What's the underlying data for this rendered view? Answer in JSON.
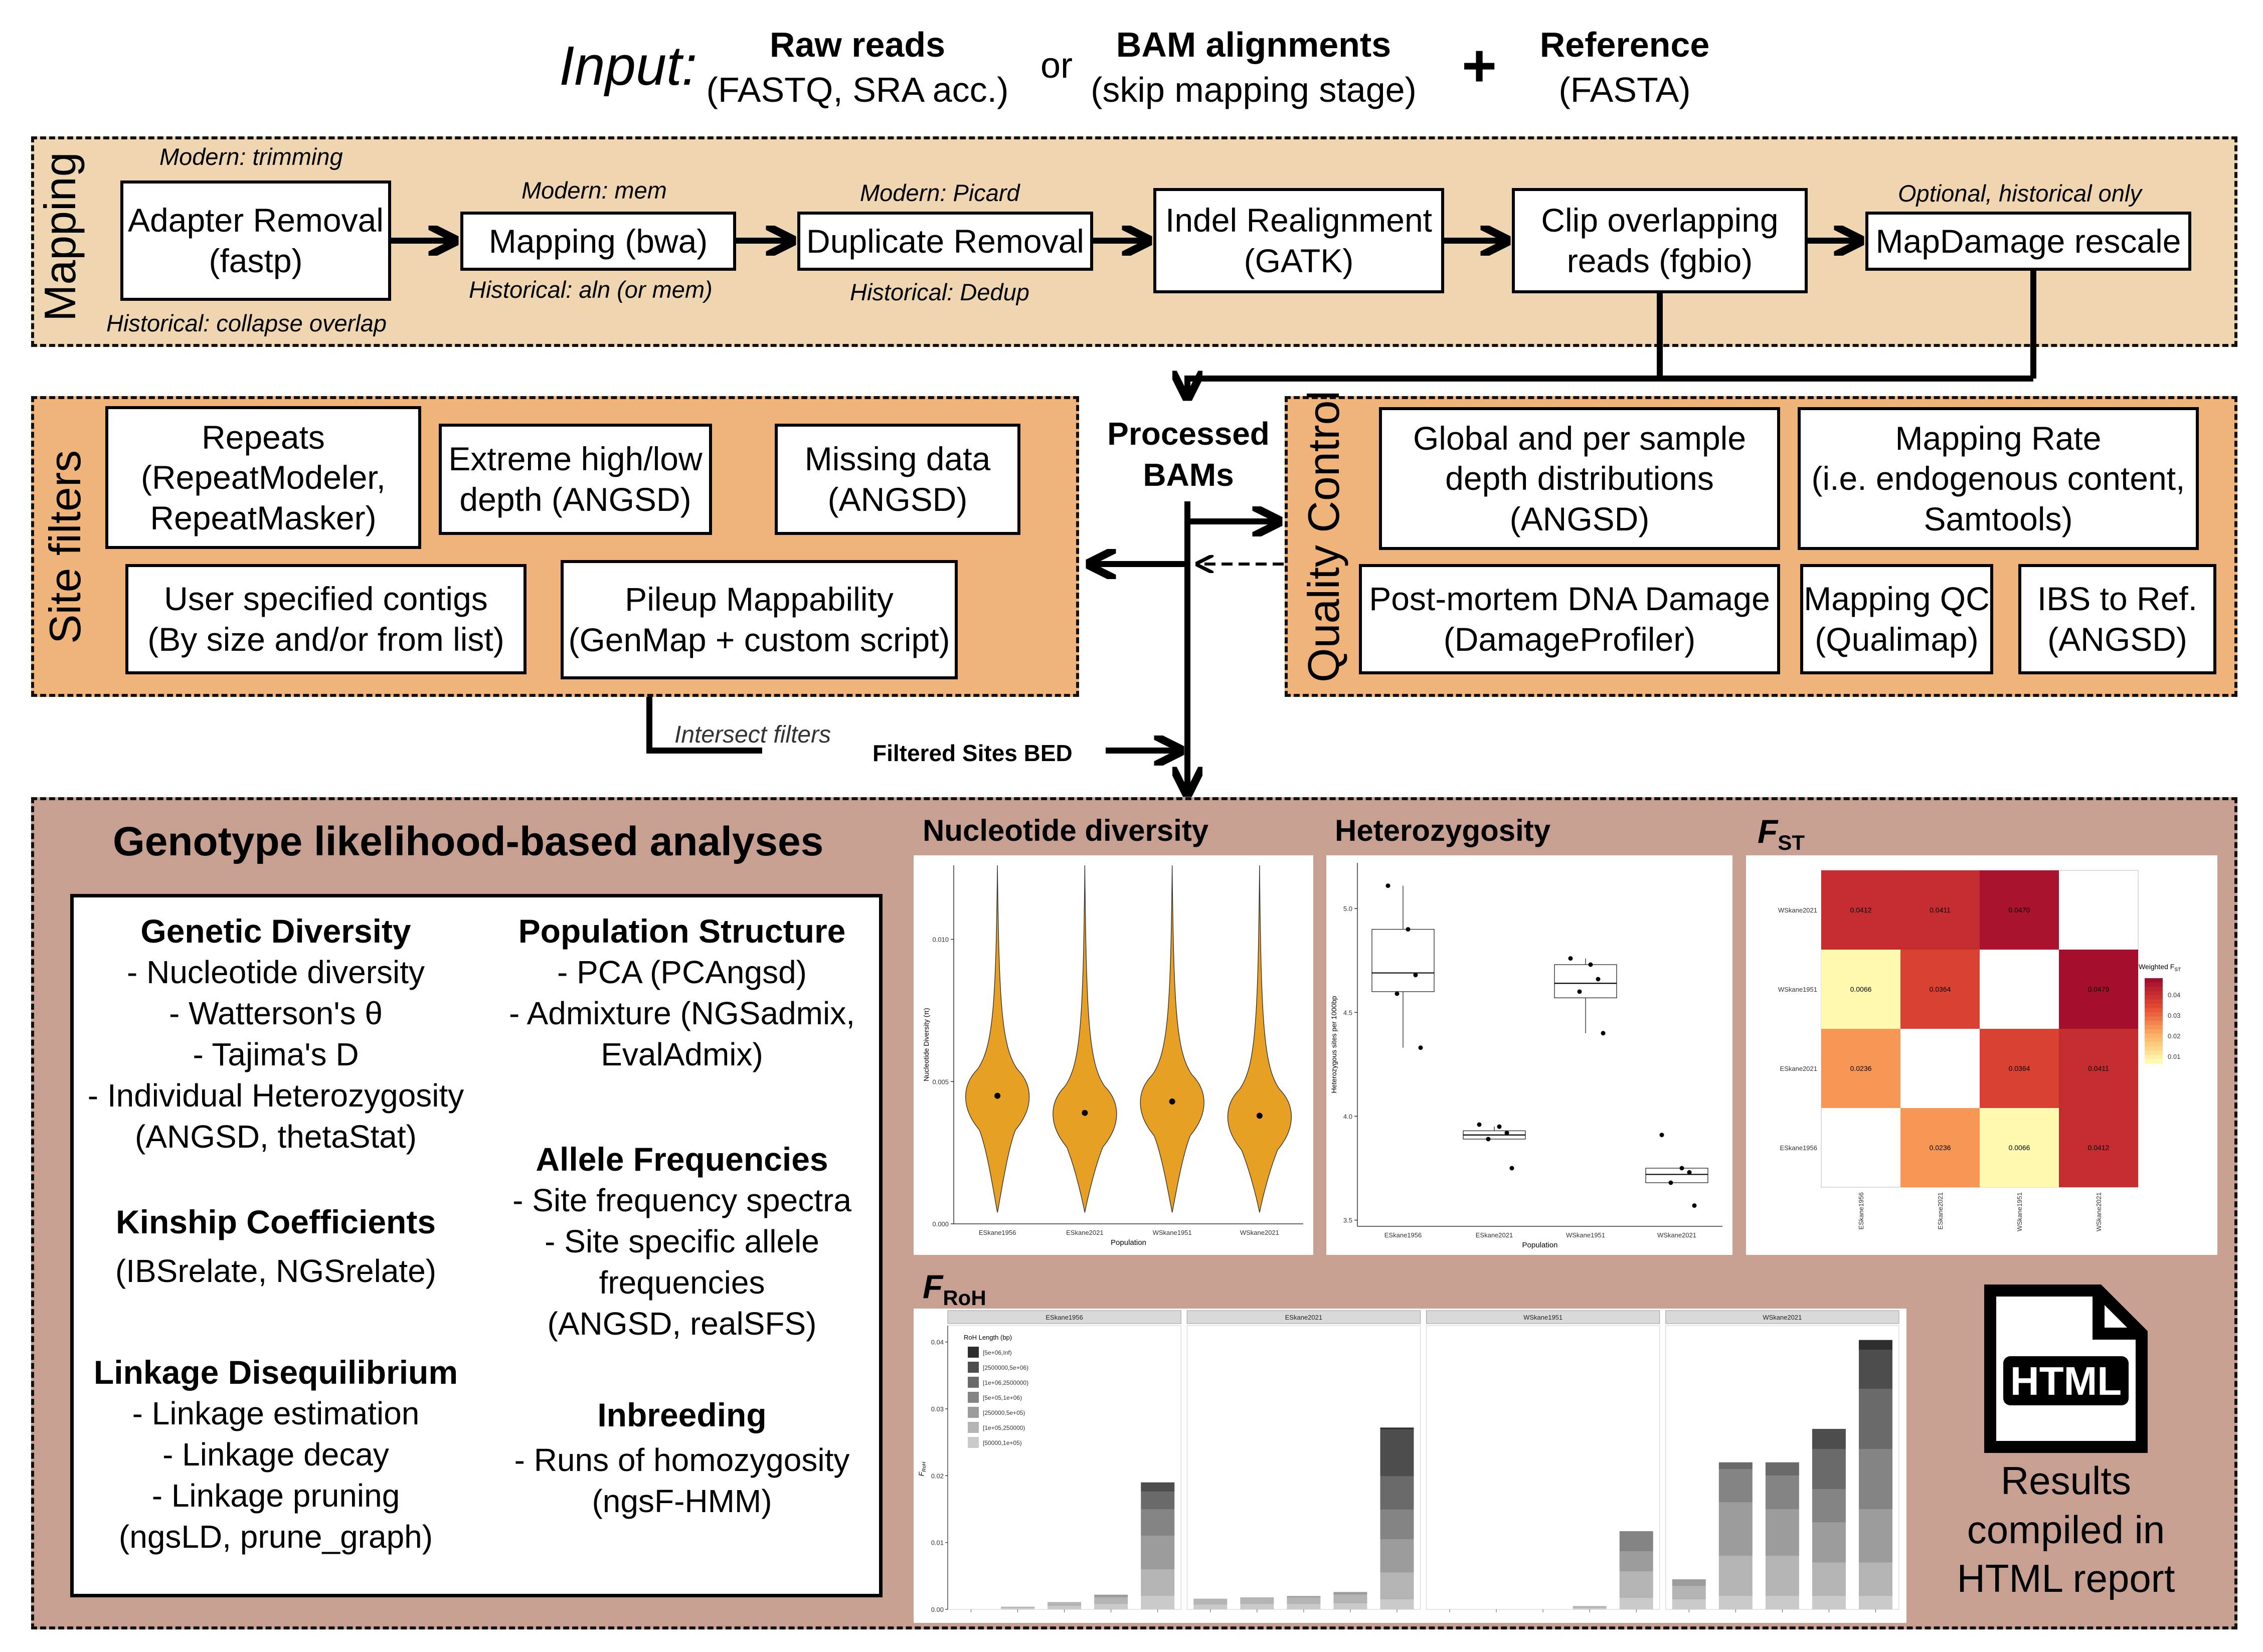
{
  "input": {
    "label": "Input:",
    "raw_title": "Raw reads",
    "raw_sub": "(FASTQ, SRA acc.)",
    "or": "or",
    "bam_title": "BAM alignments",
    "bam_sub": "(skip mapping stage)",
    "plus": "+",
    "ref_title": "Reference",
    "ref_sub": "(FASTA)"
  },
  "mapping": {
    "label": "Mapping",
    "steps": [
      {
        "line1": "Adapter Removal",
        "line2": "(fastp)",
        "note_top": "Modern: trimming",
        "note_bottom": "Historical: collapse overlap"
      },
      {
        "line1": "Mapping (bwa)",
        "note_top": "Modern: mem",
        "note_bottom": "Historical: aln (or mem)"
      },
      {
        "line1": "Duplicate Removal",
        "note_top": "Modern: Picard",
        "note_bottom": "Historical: Dedup"
      },
      {
        "line1": "Indel Realignment",
        "line2": "(GATK)"
      },
      {
        "line1": "Clip overlapping",
        "line2": "reads (fgbio)"
      },
      {
        "line1": "MapDamage rescale",
        "note_top": "Optional, historical only"
      }
    ]
  },
  "processed": {
    "line1": "Processed",
    "line2": "BAMs"
  },
  "site_filters": {
    "label": "Site filters",
    "boxes": [
      {
        "line1": "Repeats",
        "line2": "(RepeatModeler,",
        "line3": "RepeatMasker)"
      },
      {
        "line1": "Extreme high/low",
        "line2": "depth (ANGSD)"
      },
      {
        "line1": "Missing data",
        "line2": "(ANGSD)"
      },
      {
        "line1": "User specified contigs",
        "line2": "(By size and/or from list)"
      },
      {
        "line1": "Pileup Mappability",
        "line2": "(GenMap + custom script)"
      }
    ],
    "intersect": "Intersect filters",
    "filtered": "Filtered Sites BED"
  },
  "qc": {
    "label": "Quality Control",
    "boxes": [
      {
        "line1": "Global and per sample",
        "line2": "depth distributions",
        "line3": "(ANGSD)"
      },
      {
        "line1": "Mapping Rate",
        "line2": "(i.e. endogenous content,",
        "line3": "Samtools)"
      },
      {
        "line1": "Post-mortem DNA Damage",
        "line2": "(DamageProfiler)"
      },
      {
        "line1": "Mapping QC",
        "line2": "(Qualimap)"
      },
      {
        "line1": "IBS to Ref.",
        "line2": "(ANGSD)"
      }
    ]
  },
  "gl": {
    "title": "Genotype likelihood-based analyses",
    "left": [
      {
        "head": "Genetic Diversity",
        "items": [
          "- Nucleotide diversity",
          "- Watterson's θ",
          "- Tajima's D",
          "- Individual Heterozygosity",
          "(ANGSD, thetaStat)"
        ]
      },
      {
        "head": "Kinship Coefficients",
        "items": [
          "(IBSrelate, NGSrelate)"
        ]
      },
      {
        "head": "Linkage Disequilibrium",
        "items": [
          "- Linkage estimation",
          "- Linkage decay",
          "- Linkage pruning",
          "(ngsLD, prune_graph)"
        ]
      }
    ],
    "right": [
      {
        "head": "Population Structure",
        "items": [
          "- PCA (PCAngsd)",
          "- Admixture (NGSadmix,",
          "EvalAdmix)"
        ]
      },
      {
        "head": "Allele Frequencies",
        "items": [
          "- Site frequency spectra",
          "- Site specific allele",
          "frequencies",
          "(ANGSD, realSFS)"
        ]
      },
      {
        "head": "Inbreeding",
        "items": [
          "- Runs of homozygosity",
          "(ngsF-HMM)"
        ]
      }
    ]
  },
  "report": {
    "icon_text": "HTML",
    "line1": "Results",
    "line2": "compiled in",
    "line3": "HTML report"
  },
  "chart_data": [
    {
      "type": "violin",
      "title": "Nucleotide diversity",
      "ylabel": "Nucleotide Diversity (π)",
      "xlabel": "Population",
      "categories": [
        "ESkane1956",
        "ESkane2021",
        "WSkane1951",
        "WSkane2021"
      ],
      "means": [
        0.0045,
        0.0039,
        0.0043,
        0.0038
      ],
      "yticks": [
        "0.000",
        "0.005",
        "0.010"
      ],
      "ylim": [
        0,
        0.0126
      ],
      "color": "#e8a024"
    },
    {
      "type": "box",
      "title": "Heterozygosity",
      "ylabel": "Heterozygous sites per 1000bp",
      "xlabel": "Population",
      "categories": [
        "ESkane1956",
        "ESkane2021",
        "WSkane1951",
        "WSkane2021"
      ],
      "boxes": [
        {
          "min": 4.33,
          "q1": 4.6,
          "median": 4.69,
          "q3": 4.9,
          "max": 5.11,
          "points": [
            5.11,
            4.9,
            4.68,
            4.59,
            4.33
          ]
        },
        {
          "min": 3.89,
          "q1": 3.89,
          "median": 3.91,
          "q3": 3.93,
          "max": 3.95,
          "points": [
            3.96,
            3.95,
            3.92,
            3.89,
            3.75
          ]
        },
        {
          "min": 4.4,
          "q1": 4.57,
          "median": 4.64,
          "q3": 4.73,
          "max": 4.76,
          "points": [
            4.76,
            4.73,
            4.66,
            4.6,
            4.4
          ]
        },
        {
          "min": 3.68,
          "q1": 3.68,
          "median": 3.72,
          "q3": 3.75,
          "max": 3.75,
          "points": [
            3.91,
            3.75,
            3.73,
            3.68,
            3.57
          ]
        }
      ],
      "yticks": [
        "3.5",
        "4.0",
        "4.5",
        "5.0"
      ],
      "ylim": [
        3.47,
        5.22
      ]
    },
    {
      "type": "heatmap",
      "title": "F",
      "title_sub": "ST",
      "legend_title": "Weighted F",
      "legend_sub": "ST",
      "legend_ticks": [
        "0.04",
        "0.03",
        "0.02",
        "0.01"
      ],
      "rows": [
        "WSkane2021",
        "WSkane1951",
        "ESkane2021",
        "ESkane1956"
      ],
      "cols": [
        "ESkane1956",
        "ESkane2021",
        "WSkane1951",
        "WSkane2021"
      ],
      "cells": [
        [
          0.0412,
          0.0411,
          0.047,
          null
        ],
        [
          0.0066,
          0.0364,
          null,
          0.0479
        ],
        [
          0.0236,
          null,
          0.0364,
          0.0411
        ],
        [
          null,
          0.0236,
          0.0066,
          0.0412
        ]
      ],
      "labels": [
        [
          "0.0412",
          "0.0411",
          "0.0470",
          ""
        ],
        [
          "0.0066",
          "0.0364",
          "",
          "0.0479"
        ],
        [
          "0.0236",
          "",
          "0.0364",
          "0.0411"
        ],
        [
          "",
          "0.0236",
          "0.0066",
          "0.0412"
        ]
      ]
    },
    {
      "type": "bar",
      "title": "F",
      "title_sub": "RoH",
      "ylabel": "F",
      "ylabel_sub": "RoH",
      "legend_title": "RoH Length (bp)",
      "legend": [
        "[5e+06,Inf)",
        "[2500000,5e+06)",
        "[1e+06,2500000)",
        "[5e+05,1e+06)",
        "[250000,5e+05)",
        "[1e+05,250000)",
        "[50000,1e+05)"
      ],
      "shades": [
        "#2e2e2e",
        "#4d4d4d",
        "#6a6a6a",
        "#848484",
        "#9c9c9c",
        "#b4b4b4",
        "#cacaca"
      ],
      "facets": [
        "ESkane1956",
        "ESkane2021",
        "WSkane1951",
        "WSkane2021"
      ],
      "yticks": [
        "0.00",
        "0.01",
        "0.02",
        "0.03",
        "0.04"
      ],
      "ylim": [
        0,
        0.042
      ],
      "series": [
        [
          [
            0,
            0,
            0,
            0,
            0,
            0,
            0
          ],
          [
            0,
            0,
            0,
            0,
            0,
            0.0002,
            0.0002
          ],
          [
            0,
            0,
            0,
            0,
            0,
            0.0006,
            0.0005
          ],
          [
            0,
            0,
            0,
            0,
            0.0004,
            0.001,
            0.0008
          ],
          [
            0,
            0.0014,
            0.0026,
            0.004,
            0.005,
            0.004,
            0.002
          ]
        ],
        [
          [
            0,
            0,
            0,
            0,
            0,
            0.0009,
            0.0007
          ],
          [
            0,
            0,
            0,
            0,
            0,
            0.001,
            0.0008
          ],
          [
            0,
            0,
            0,
            0,
            0.0002,
            0.001,
            0.0008
          ],
          [
            0,
            0,
            0,
            0,
            0.0004,
            0.0013,
            0.0009
          ],
          [
            0.0003,
            0.007,
            0.005,
            0.0044,
            0.005,
            0.004,
            0.0015
          ]
        ],
        [
          [
            0,
            0,
            0,
            0,
            0,
            0,
            0
          ],
          [
            0,
            0,
            0,
            0,
            0,
            0,
            0
          ],
          [
            0,
            0,
            0,
            0,
            0,
            0,
            0
          ],
          [
            0,
            0,
            0,
            0,
            0,
            0.0003,
            0.0002
          ],
          [
            0,
            0,
            0,
            0.003,
            0.003,
            0.004,
            0.0017
          ]
        ],
        [
          [
            0,
            0,
            0,
            0,
            0.001,
            0.002,
            0.0015
          ],
          [
            0,
            0,
            0.001,
            0.005,
            0.008,
            0.006,
            0.002
          ],
          [
            0,
            0,
            0.002,
            0.005,
            0.007,
            0.006,
            0.002
          ],
          [
            0,
            0.003,
            0.006,
            0.005,
            0.006,
            0.005,
            0.002
          ],
          [
            0.0015,
            0.0058,
            0.009,
            0.009,
            0.008,
            0.005,
            0.002
          ]
        ]
      ]
    }
  ]
}
